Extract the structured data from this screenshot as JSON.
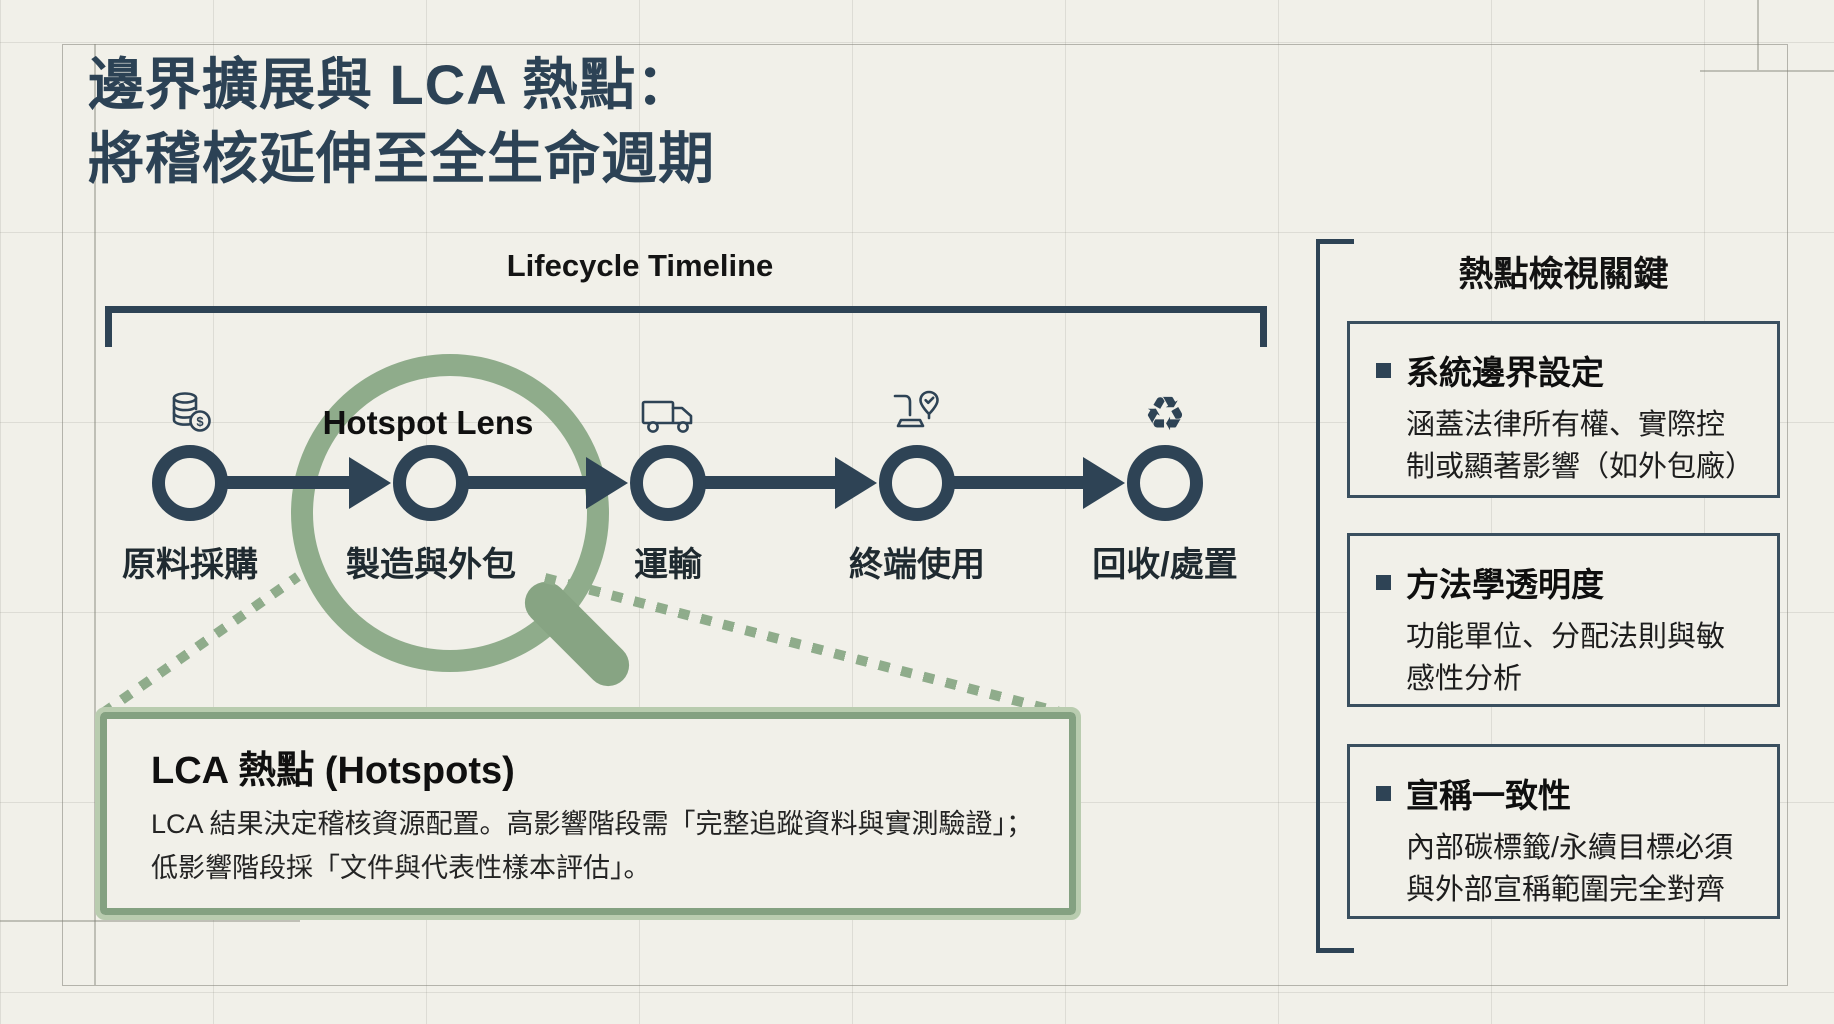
{
  "title": {
    "line1": "邊界擴展與 LCA 熱點：",
    "line2": "將稽核延伸至全生命週期"
  },
  "timeline": {
    "label": "Lifecycle Timeline",
    "lens_label": "Hotspot Lens",
    "stages": [
      {
        "label": "原料採購",
        "icon": "coins-icon"
      },
      {
        "label": "製造與外包",
        "icon": "hotspot-lens"
      },
      {
        "label": "運輸",
        "icon": "truck-icon"
      },
      {
        "label": "終端使用",
        "icon": "location-pin-check-icon"
      },
      {
        "label": "回收/處置",
        "icon": "recycle-icon"
      }
    ]
  },
  "glyphs": {
    "recycle": "♻",
    "dollar": "$"
  },
  "hotspot_box": {
    "title": "LCA 熱點 (Hotspots)",
    "body_line1": "LCA 結果決定稽核資源配置。高影響階段需「完整追蹤資料與實測驗證」；",
    "body_line2": "低影響階段採「文件與代表性樣本評估」。"
  },
  "side_panel": {
    "title": "熱點檢視關鍵",
    "items": [
      {
        "title": "系統邊界設定",
        "body": "涵蓋法律所有權、實際控制或顯著影響（如外包廠）"
      },
      {
        "title": "方法學透明度",
        "body": "功能單位、分配法則與敏感性分析"
      },
      {
        "title": "宣稱一致性",
        "body": "內部碳標籤/永續目標必須與外部宣稱範圍完全對齊"
      }
    ]
  },
  "colors": {
    "background": "#f1f0e9",
    "slate_dark": "#2e4355",
    "green_accent": "#8fac8b",
    "green_light_border": "#b9ccaf",
    "box_border": "#3a4f5f",
    "text_dark": "#1c1c1c"
  }
}
